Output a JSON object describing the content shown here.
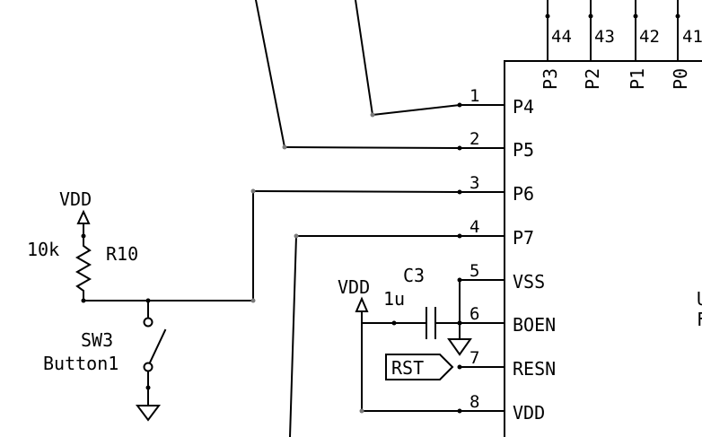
{
  "schematic": {
    "chip": {
      "left_pins": [
        {
          "number": "1",
          "name": "P4"
        },
        {
          "number": "2",
          "name": "P5"
        },
        {
          "number": "3",
          "name": "P6"
        },
        {
          "number": "4",
          "name": "P7"
        },
        {
          "number": "5",
          "name": "VSS"
        },
        {
          "number": "6",
          "name": "BOEN"
        },
        {
          "number": "7",
          "name": "RESN"
        },
        {
          "number": "8",
          "name": "VDD"
        }
      ],
      "top_pins": [
        {
          "number": "44",
          "name": "P3"
        },
        {
          "number": "43",
          "name": "P2"
        },
        {
          "number": "42",
          "name": "P1"
        },
        {
          "number": "41",
          "name": "P0"
        }
      ],
      "partial_labels": [
        "U",
        "F"
      ]
    },
    "resistor": {
      "ref": "R10",
      "value": "10k",
      "supply": "VDD"
    },
    "switch": {
      "ref": "SW3",
      "value": "Button1"
    },
    "capacitor": {
      "ref": "C3",
      "value": "1u",
      "supply": "VDD"
    },
    "port": {
      "label": "RST"
    }
  }
}
